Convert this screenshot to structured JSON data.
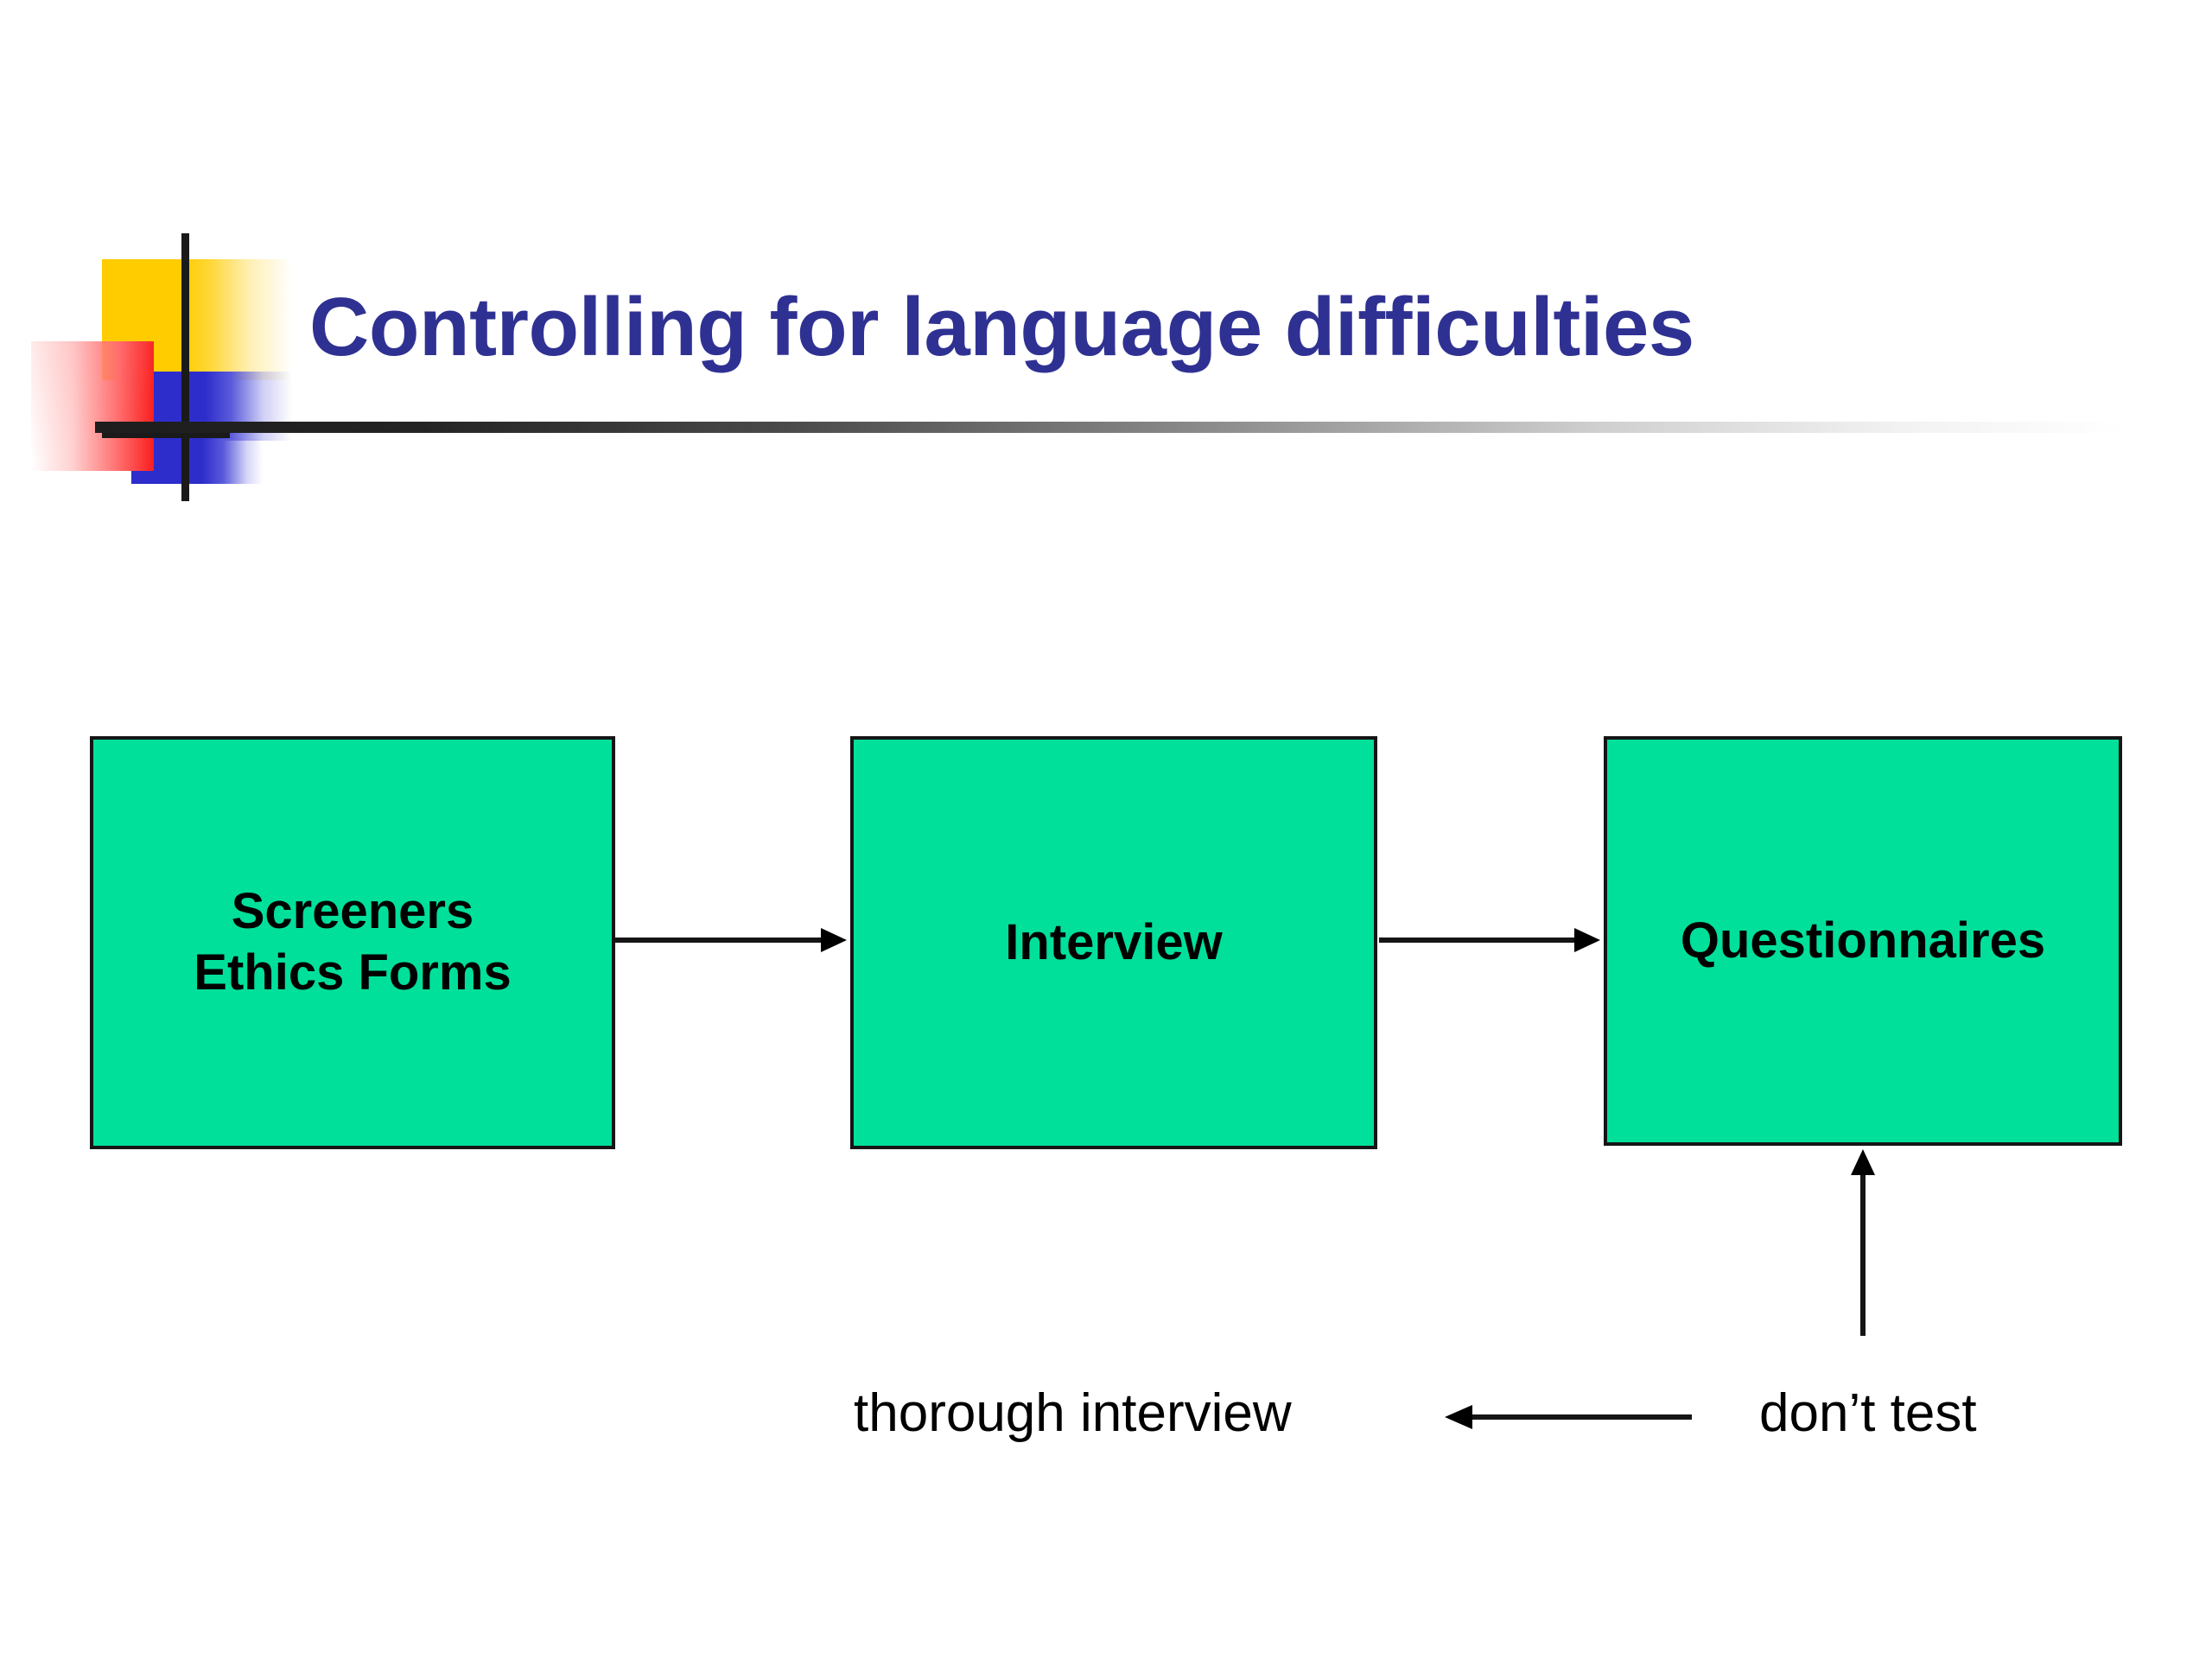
{
  "slide": {
    "title": "Controlling for language difficulties",
    "title_color": "#2F3192",
    "background_color": "#ffffff"
  },
  "logo": {
    "name": "decorative-squares-mark",
    "yellow": "#FFCC00",
    "red": "#FA1E1E",
    "blue": "#2D2DCC",
    "cross_line": "#1A1A1A"
  },
  "diagram": {
    "box_fill": "#00E09B",
    "box_border": "#151515",
    "text_color": "#000000",
    "boxes": [
      {
        "id": "screeners",
        "label": "Screeners\nEthics Forms"
      },
      {
        "id": "interview",
        "label": "Interview"
      },
      {
        "id": "questionnaires",
        "label": "Questionnaires"
      }
    ],
    "arrows": [
      {
        "id": "screeners-to-interview",
        "direction": "right"
      },
      {
        "id": "interview-to-questionnaires",
        "direction": "right"
      },
      {
        "id": "dont-test-to-thorough",
        "direction": "left"
      },
      {
        "id": "dont-test-up",
        "direction": "up"
      }
    ],
    "annotations": [
      {
        "id": "thorough-interview",
        "label": "thorough interview"
      },
      {
        "id": "dont-test",
        "label": "don’t test"
      }
    ]
  }
}
